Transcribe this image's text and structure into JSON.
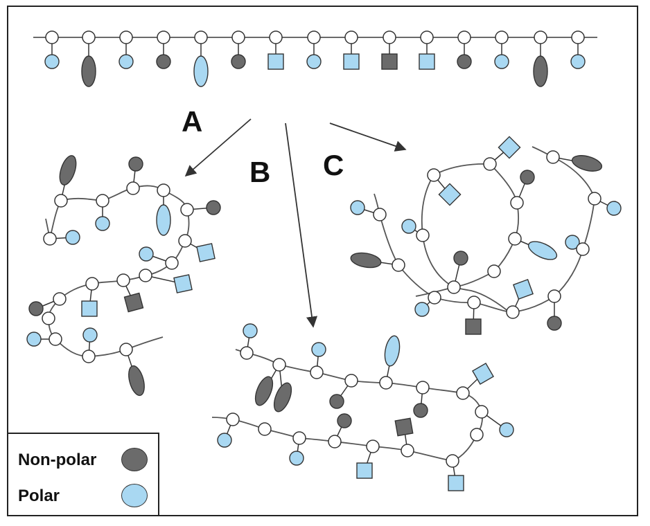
{
  "labels": {
    "a": "A",
    "b": "B",
    "c": "C"
  },
  "legend": {
    "nonpolar_label": "Non-polar",
    "polar_label": "Polar"
  },
  "colors": {
    "nonpolar": "#6b6b6b",
    "polar": "#a9d8f2",
    "backbone_line": "#555555",
    "node_fill": "#ffffff",
    "stroke": "#333333"
  }
}
